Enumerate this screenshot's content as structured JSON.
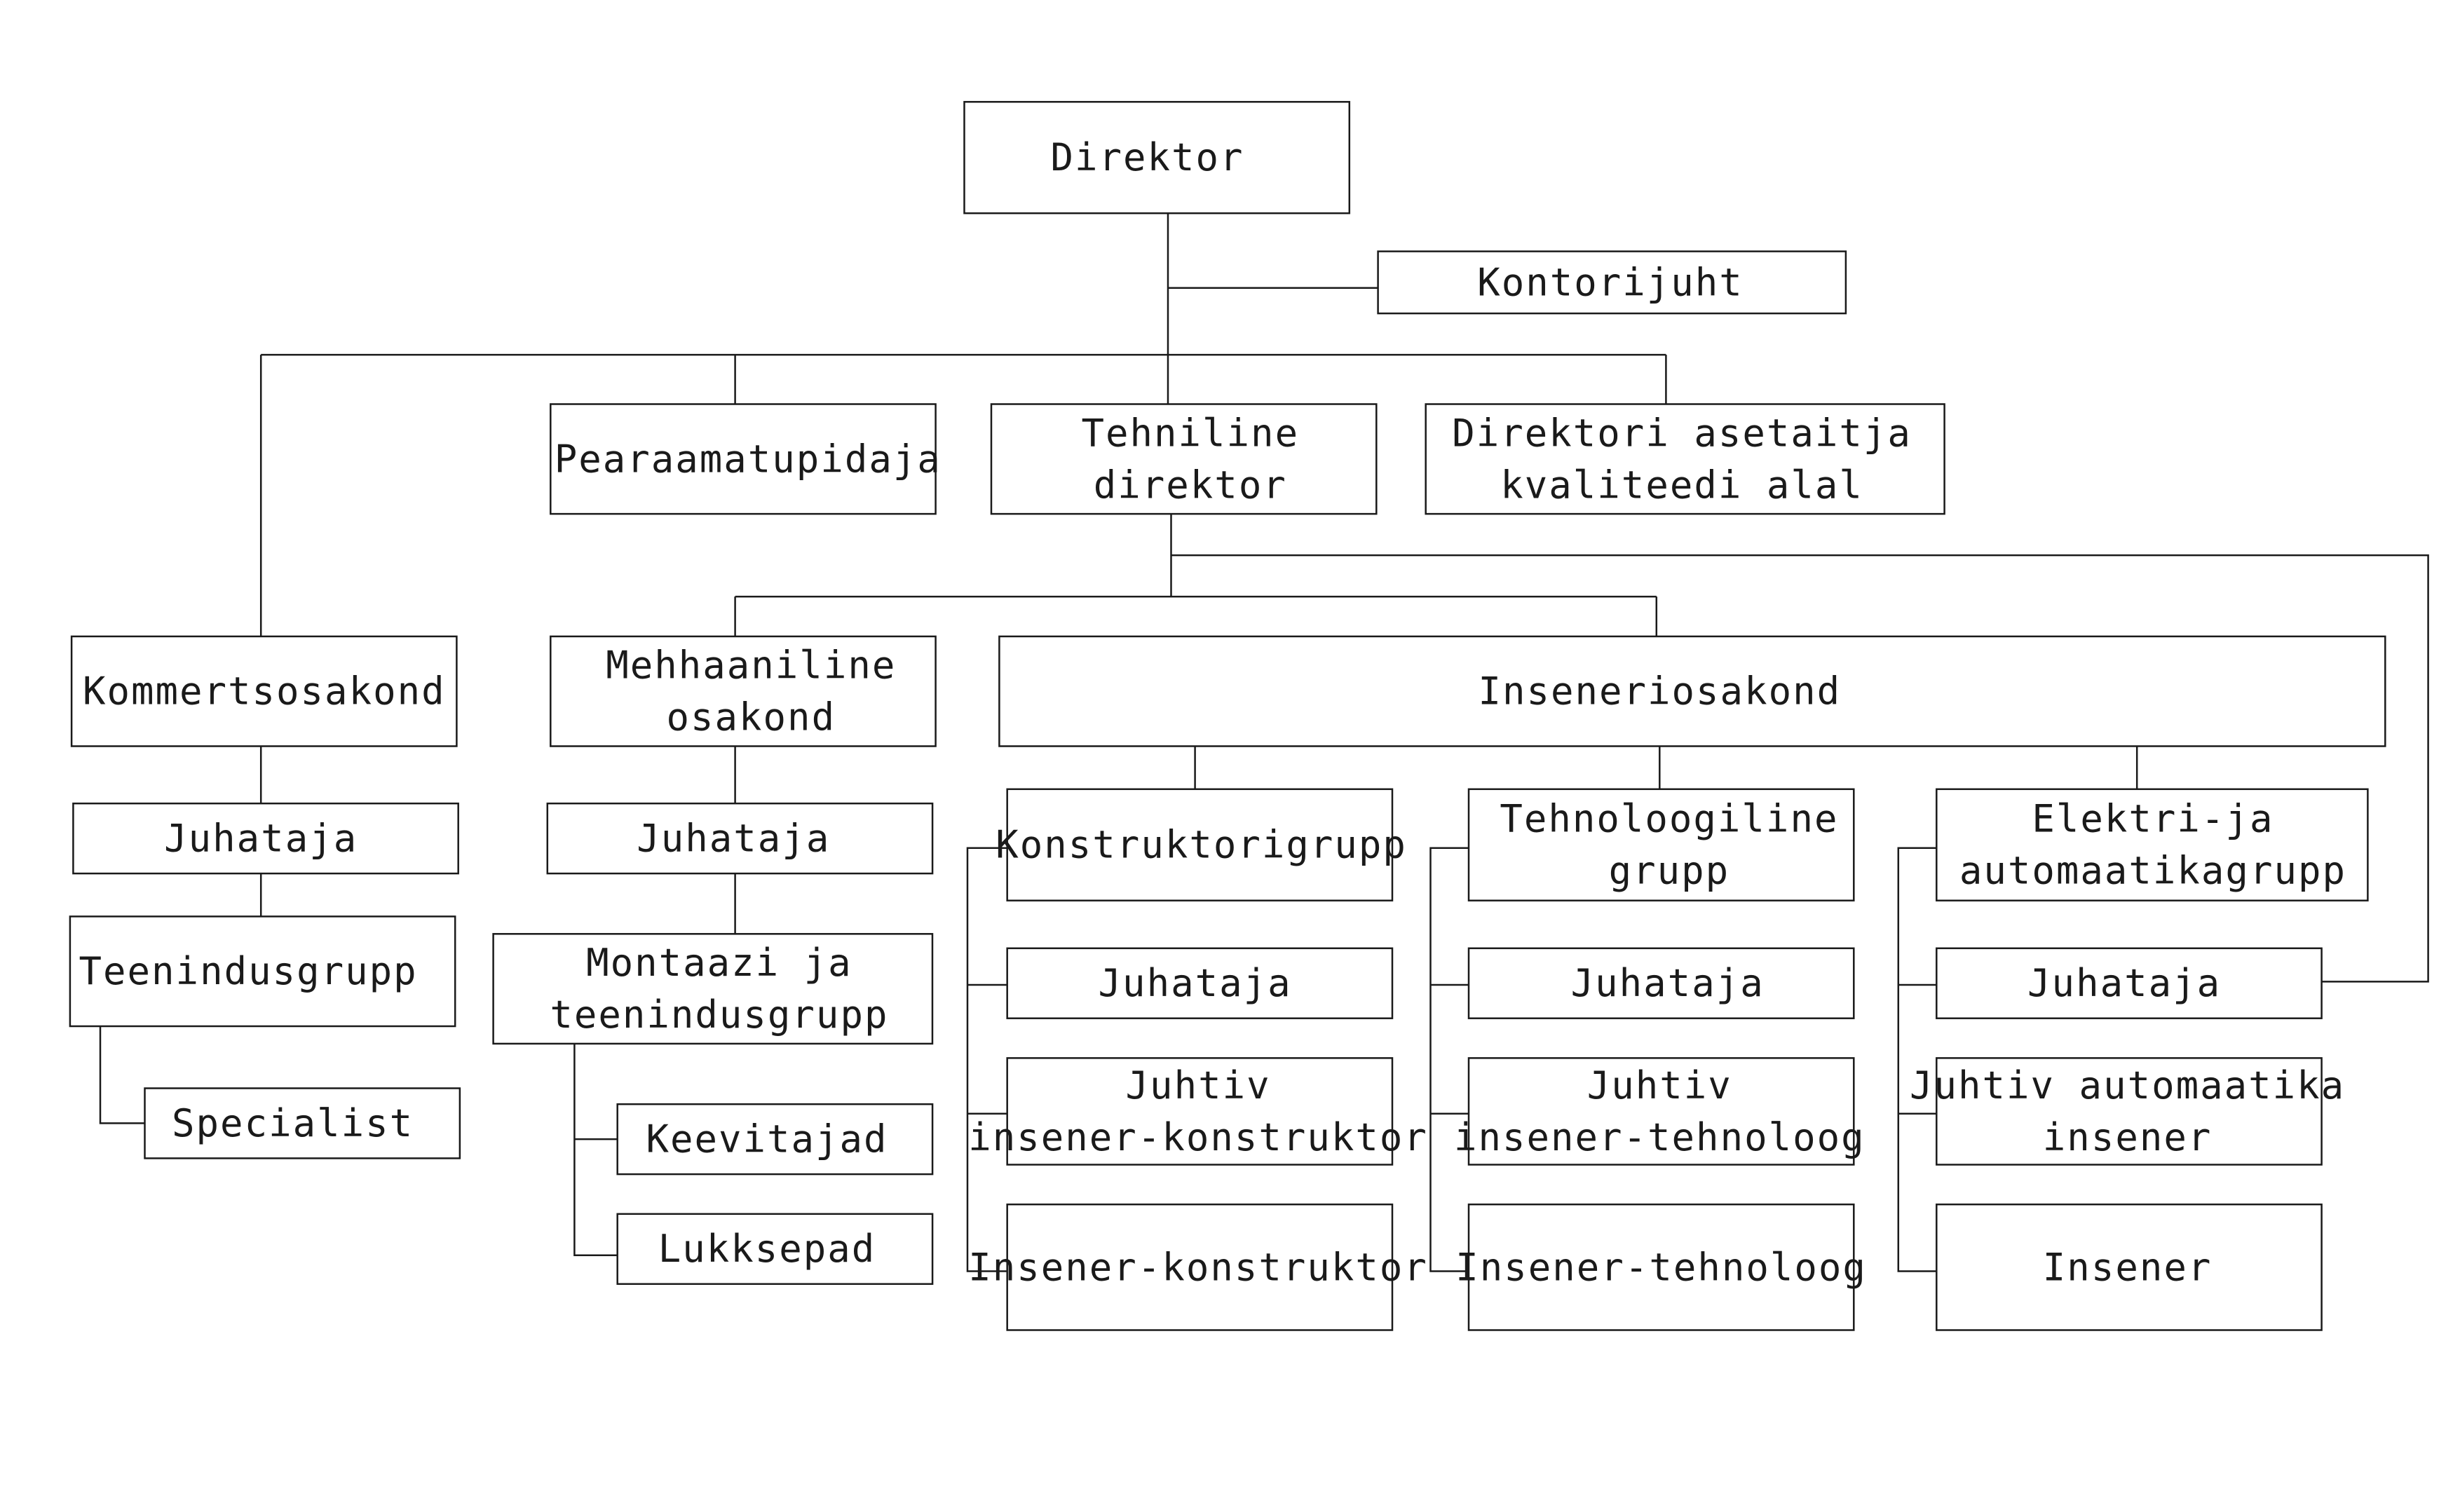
{
  "colors": {
    "line": "#1a1a1a",
    "box_fill": "#ffffff",
    "background": "#ffffff"
  },
  "nodes": [
    {
      "id": "direktor",
      "lines": [
        "Direktor"
      ]
    },
    {
      "id": "kontorijuht",
      "lines": [
        "Kontorijuht"
      ]
    },
    {
      "id": "pearaamatupidaja",
      "lines": [
        "Pearaamatupidaja"
      ]
    },
    {
      "id": "tehniline-direktor",
      "lines": [
        "Tehniline",
        "direktor"
      ]
    },
    {
      "id": "direktori-asetaitja",
      "lines": [
        "Direktori asetaitja",
        "kvaliteedi alal"
      ]
    },
    {
      "id": "kommertsosakond",
      "lines": [
        "Kommertsosakond"
      ]
    },
    {
      "id": "kommerts-juhataja",
      "lines": [
        "Juhataja"
      ]
    },
    {
      "id": "teenindusgrupp",
      "lines": [
        "Teenindusgrupp"
      ]
    },
    {
      "id": "specialist",
      "lines": [
        "Specialist"
      ]
    },
    {
      "id": "mehhaaniline-osakond",
      "lines": [
        "Mehhaaniline",
        "osakond"
      ]
    },
    {
      "id": "mehhaaniline-juhataja",
      "lines": [
        "Juhataja"
      ]
    },
    {
      "id": "montaazi-teenindusgrupp",
      "lines": [
        "Montaazi ja",
        "teenindusgrupp"
      ]
    },
    {
      "id": "keevitajad",
      "lines": [
        "Keevitajad"
      ]
    },
    {
      "id": "lukksepad",
      "lines": [
        "Lukksepad"
      ]
    },
    {
      "id": "inseneriosakond",
      "lines": [
        "Inseneriosakond"
      ]
    },
    {
      "id": "konstruktorigrupp",
      "lines": [
        "Konstruktorigrupp"
      ]
    },
    {
      "id": "konstruktori-juhataja",
      "lines": [
        "Juhataja"
      ]
    },
    {
      "id": "juhtiv-insener-konstruktor",
      "lines": [
        "Juhtiv",
        "insener-konstruktor"
      ]
    },
    {
      "id": "insener-konstruktor",
      "lines": [
        "Insener-konstruktor"
      ]
    },
    {
      "id": "tehnoloogiline-grupp",
      "lines": [
        "Tehnoloogiline",
        "grupp"
      ]
    },
    {
      "id": "tehnoloogiline-juhataja",
      "lines": [
        "Juhataja"
      ]
    },
    {
      "id": "juhtiv-insener-tehnoloog",
      "lines": [
        "Juhtiv",
        "insener-tehnoloog"
      ]
    },
    {
      "id": "insener-tehnoloog",
      "lines": [
        "Insener-tehnoloog"
      ]
    },
    {
      "id": "elektri-automaatikagrupp",
      "lines": [
        "Elektri-ja",
        "automaatikagrupp"
      ]
    },
    {
      "id": "elektri-juhataja",
      "lines": [
        "Juhataja"
      ]
    },
    {
      "id": "juhtiv-automaatika-insener",
      "lines": [
        "Juhtiv automaatika",
        "insener"
      ]
    },
    {
      "id": "insener",
      "lines": [
        "Insener"
      ]
    }
  ]
}
